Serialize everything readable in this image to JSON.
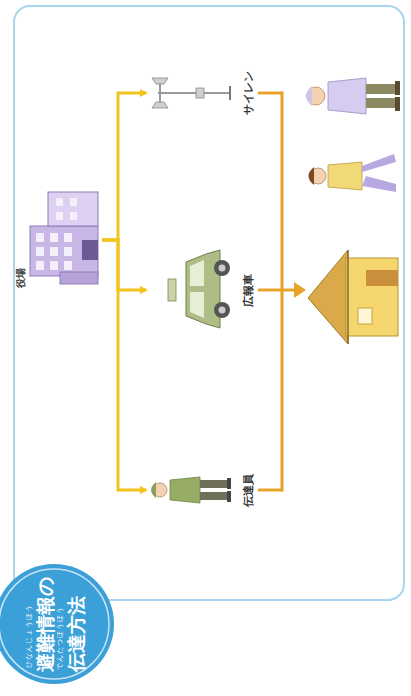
{
  "diagram": {
    "title": "避難情報の伝達方法",
    "nodes": [
      {
        "text": [
          "役場"
        ]
      },
      {
        "text": [
          "伝達員"
        ]
      },
      {
        "text": [
          "広報車"
        ]
      },
      {
        "text": [
          "サイレン"
        ]
      }
    ],
    "edges": [
      {
        "from": 0,
        "to": 1,
        "arrow": "to"
      },
      {
        "from": 0,
        "to": 2,
        "arrow": "to"
      },
      {
        "from": 0,
        "to": 3,
        "arrow": "to"
      }
    ],
    "labels": [
      "ひなんじょうほう",
      "でんたつほうほう"
    ]
  }
}
